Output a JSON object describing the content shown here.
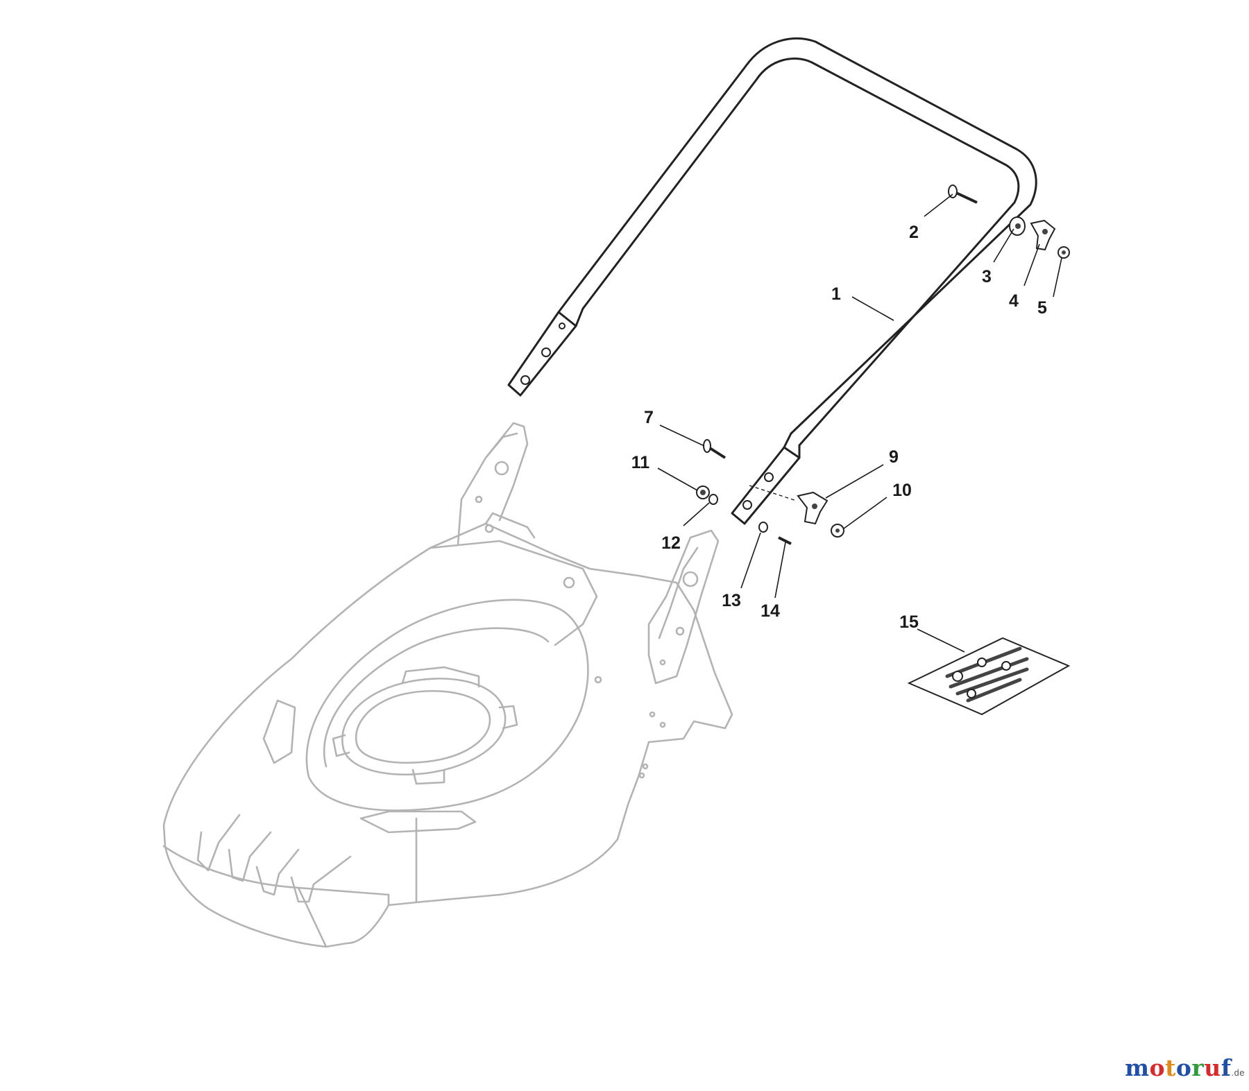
{
  "callouts": [
    {
      "label": "1"
    },
    {
      "label": "2"
    },
    {
      "label": "3"
    },
    {
      "label": "4"
    },
    {
      "label": "5"
    },
    {
      "label": "7"
    },
    {
      "label": "9"
    },
    {
      "label": "10"
    },
    {
      "label": "11"
    },
    {
      "label": "12"
    },
    {
      "label": "13"
    },
    {
      "label": "14"
    },
    {
      "label": "15"
    }
  ],
  "watermark": {
    "segments": [
      {
        "text": "m",
        "color": "#1f4fa8"
      },
      {
        "text": "o",
        "color": "#d9292b"
      },
      {
        "text": "t",
        "color": "#e08a1c"
      },
      {
        "text": "o",
        "color": "#1f4fa8"
      },
      {
        "text": "r",
        "color": "#2e9a3a"
      },
      {
        "text": "u",
        "color": "#d9292b"
      },
      {
        "text": "f",
        "color": "#1f4fa8"
      }
    ],
    "suffix": ".de"
  }
}
